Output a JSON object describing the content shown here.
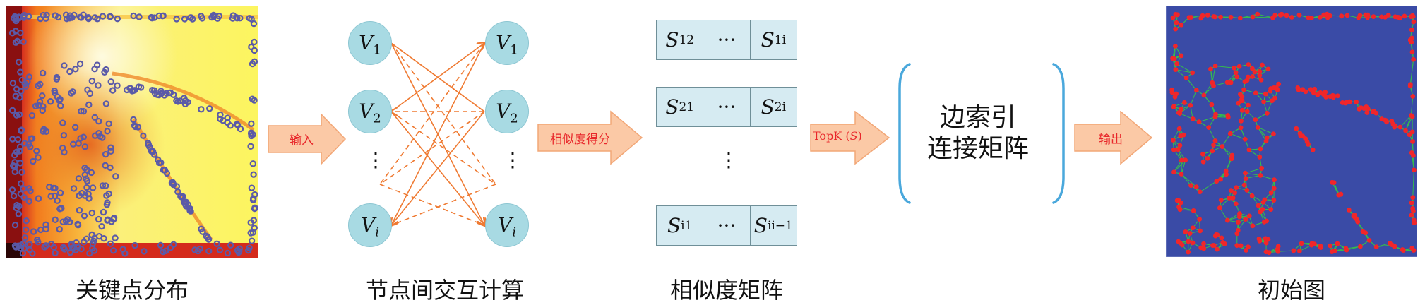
{
  "title": "Graph construction pipeline",
  "stages": {
    "keypoints": {
      "caption": "关键点分布",
      "image": "heatmap with keypoint circles"
    },
    "interaction": {
      "caption": "节点间交互计算",
      "left_nodes": [
        {
          "base": "V",
          "sub": "1"
        },
        {
          "base": "V",
          "sub": "2"
        },
        {
          "base": "V",
          "sub": "i"
        }
      ],
      "right_nodes": [
        {
          "base": "V",
          "sub": "1"
        },
        {
          "base": "V",
          "sub": "2"
        },
        {
          "base": "V",
          "sub": "i"
        }
      ],
      "ellipsis": "⋮"
    },
    "similarity": {
      "caption": "相似度矩阵",
      "rows": [
        {
          "first": {
            "base": "S",
            "sub": "12"
          },
          "mid": "···",
          "last": {
            "base": "S",
            "sub": "1i"
          }
        },
        {
          "first": {
            "base": "S",
            "sub": "21"
          },
          "mid": "···",
          "last": {
            "base": "S",
            "sub": "2i"
          }
        },
        {
          "first": {
            "base": "S",
            "sub": "i1"
          },
          "mid": "···",
          "last": {
            "base": "S",
            "sub": "ii−1"
          }
        }
      ],
      "ellipsis": "⋮"
    },
    "adjacency": {
      "line1": "边索引",
      "line2": "连接矩阵"
    },
    "graph": {
      "caption": "初始图",
      "image": "graph overlay with red nodes and green edges"
    }
  },
  "arrows": [
    {
      "label": "输入"
    },
    {
      "label": "相似度得分"
    },
    {
      "label": "TopK (",
      "label_italic": "S",
      "label_end": ")"
    },
    {
      "label": "输出"
    }
  ],
  "colors": {
    "arrow_fill": "#fbc9a6",
    "arrow_stroke": "#f2a777",
    "arrow_text": "#e8262a",
    "node_fill": "#a8dae3",
    "edge": "#ef7a32",
    "matrix_fill": "#d6ebf2",
    "bracket": "#4aa8dc",
    "graph_bg": "#3a4ba6",
    "graph_node": "#f0262a",
    "graph_edge": "#35d13c"
  }
}
